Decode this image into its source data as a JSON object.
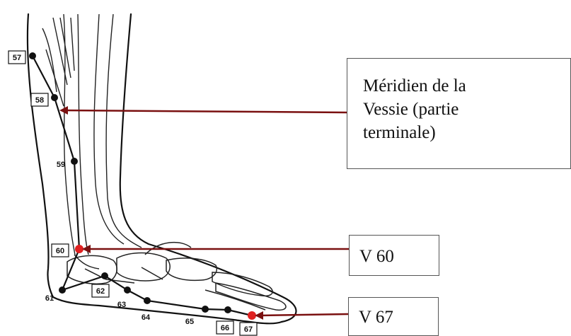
{
  "callouts": {
    "bladder_meridian": [
      "Méridien de la",
      "Vessie (partie",
      "terminale)"
    ],
    "v60": "V 60",
    "v67": "V 67"
  },
  "points": {
    "p57": "57",
    "p58": "58",
    "p59": "59",
    "p60": "60",
    "p61": "61",
    "p62": "62",
    "p63": "63",
    "p64": "64",
    "p65": "65",
    "p66": "66",
    "p67": "67"
  },
  "colors": {
    "arrow": "#7a1010",
    "highlight_point": "#e02020",
    "ink": "#111111"
  }
}
